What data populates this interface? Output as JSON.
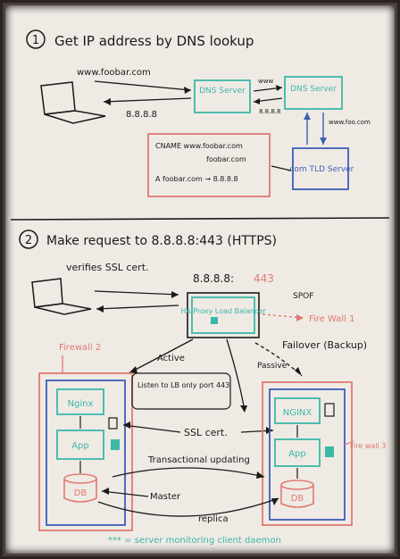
{
  "section1": {
    "number": "1",
    "title": "Get IP address by DNS lookup",
    "domain_label": "www.foobar.com",
    "ip_label": "8.8.8.8",
    "dns_server_1": "DNS Server",
    "dns_server_2": "DNS Server",
    "small_arrow_label": "www",
    "ip_small": "8.8.8.8",
    "www_foobar_com_small": "www.foo.com",
    "tld_label": ".com TLD Server",
    "cname_line": "CNAME www.foobar.com",
    "cname_target": "foobar.com",
    "a_record": "A foobar.com → 8.8.8.8"
  },
  "section2": {
    "number": "2",
    "title": "Make request to 8.8.8.8:443 (HTTPS)",
    "title_port": "443",
    "verifies": "verifies SSL cert.",
    "address": "8.8.8.8:",
    "address_port": "443",
    "proxy_label": "HA Proxy Load Balancer",
    "spof": "SPOF",
    "firewall1": "Fire Wall 1",
    "firewall2": "Firewall 2",
    "firewall3": "Fire wall 3",
    "failover": "Failover (Backup)",
    "active": "Active",
    "passive": "Passive",
    "listen_note": "Listen to LB only port 443",
    "ssl_cert": "SSL cert.",
    "nginx_left": "Nginx",
    "nginx_right": "NGINX",
    "app_left": "App",
    "app_right": "App",
    "db_left": "DB",
    "db_right": "DB",
    "transactional": "Transactional updating",
    "master": "Master",
    "replica": "replica",
    "legend": "*** = server monitoring client daemon"
  },
  "colors": {
    "board": "#efeae4",
    "ink": "#1a1a1a",
    "teal": "#3bb8a8",
    "pink": "#e07a72",
    "blue": "#3a5fb8"
  }
}
